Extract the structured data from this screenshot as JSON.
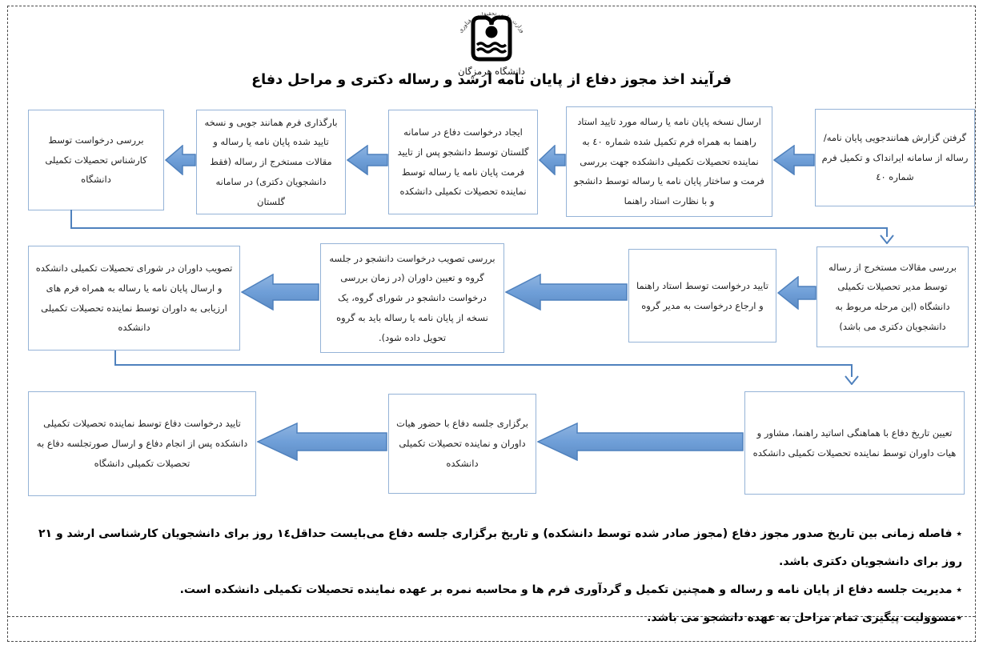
{
  "header": {
    "ministry_arc": "وزارت علوم، تحقیقات و فناوری",
    "logo_caption": "دانشگاه هرمزگان",
    "title": "فرآیند اخذ مجوز دفاع از پایان نامه ارشد و رساله دکتری و مراحل دفاع"
  },
  "flow": {
    "steps": [
      {
        "id": 1,
        "text": "گرفتن گزارش همانندجویی  پایان نامه/ رساله از سامانه ایرانداک و تکمیل فرم شماره ٤٠"
      },
      {
        "id": 2,
        "text": "ارسال نسخه پایان نامه یا رساله مورد تایید استاد راهنما به همراه فرم تکمیل شده شماره ٤٠ به نماینده تحصیلات تکمیلی دانشکده جهت بررسی فرمت و ساختار پایان نامه یا رساله توسط دانشجو و با نظارت استاد راهنما"
      },
      {
        "id": 3,
        "text": "ایجاد درخواست دفاع در سامانه گلستان توسط دانشجو پس از تایید فرمت پایان نامه یا رساله توسط نماینده تحصیلات تکمیلی دانشکده"
      },
      {
        "id": 4,
        "text": "بارگذاری فرم همانند جویی و نسخه تایید شده پایان نامه یا رساله و مقالات مستخرج از رساله (فقط دانشجویان دکتری) در سامانه گلستان"
      },
      {
        "id": 5,
        "text": "بررسی درخواست توسط کارشناس تحصیلات تکمیلی دانشگاه"
      },
      {
        "id": 6,
        "text": "بررسی مقالات مستخرج از رساله توسط مدیر تحصیلات تکمیلی دانشگاه (این مرحله مربوط به دانشجویان دکتری می باشد)"
      },
      {
        "id": 7,
        "text": "تایید درخواست توسط استاد راهنما و ارجاع درخواست به مدیر گروه"
      },
      {
        "id": 8,
        "text": "بررسی تصویب درخواست دانشجو در جلسه گروه و تعیین داوران (در زمان بررسی درخواست دانشجو در شورای گروه، یک نسخه از پایان نامه یا رساله باید به گروه تحویل داده شود)."
      },
      {
        "id": 9,
        "text": "تصویب داوران در شورای تحصیلات تکمیلی دانشکده و ارسال پایان نامه یا رساله به همراه فرم های ارزیابی به داوران توسط نماینده تحصیلات تکمیلی دانشکده"
      },
      {
        "id": 10,
        "text": "تعیین تاریخ دفاع با هماهنگی اساتید راهنما، مشاور و هیات داوران توسط نماینده تحصیلات تکمیلی دانشکده"
      },
      {
        "id": 11,
        "text": "برگزاری جلسه دفاع با حضور هیات داوران و نماینده تحصیلات تکمیلی دانشکده"
      },
      {
        "id": 12,
        "text": "تایید درخواست دفاع توسط نماینده تحصیلات تکمیلی دانشکده پس از انجام دفاع و ارسال صورتجلسه دفاع به تحصیلات تکمیلی دانشگاه"
      }
    ]
  },
  "footnotes": [
    "٭ فاصله زمانی بین تاریخ صدور مجوز دفاع (مجوز صادر شده توسط دانشکده) و تاریخ برگزاری جلسه دفاع می‌بایست حداقل١٤ روز برای دانشجویان کارشناسی ارشد و ٢١ روز برای دانشجویان دکتری باشد.",
    "٭ مدیریت جلسه دفاع از پایان نامه و رساله و همچنین تکمیل و گردآوری فرم ها و محاسبه نمره بر عهده نماینده تحصیلات تکمیلی دانشکده است.",
    "٭مسوولیت پیگیری تمام مراحل به عهده دانشجو می باشد."
  ],
  "colors": {
    "accent": "#4f81bd",
    "box_border": "#95b3d7",
    "arrow_fill_top": "#8fb4e0",
    "arrow_fill_bottom": "#5c8bc4"
  }
}
